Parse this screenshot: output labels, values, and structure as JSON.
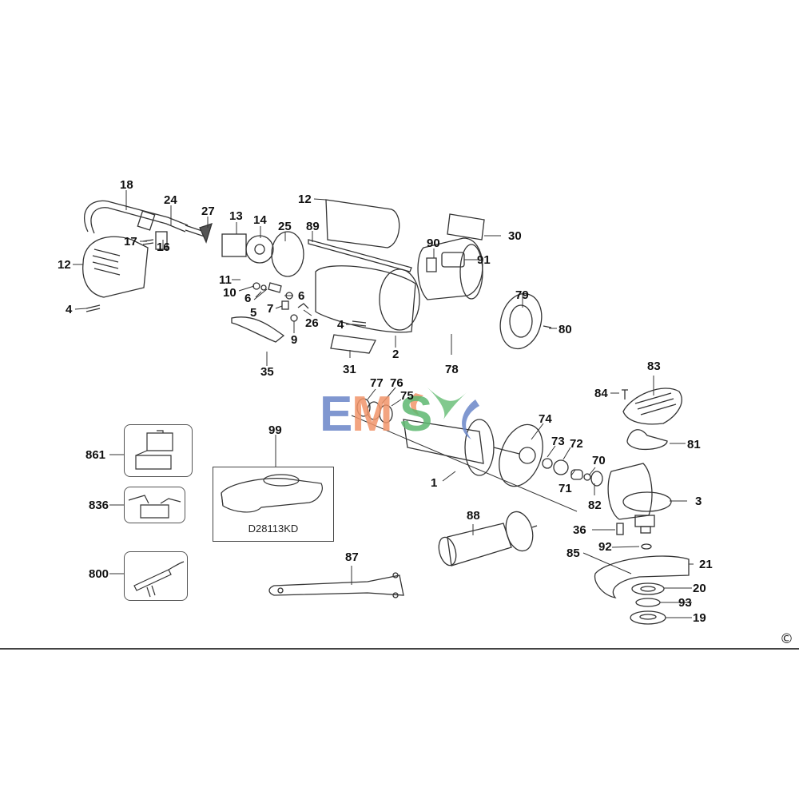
{
  "diagram": {
    "type": "exploded-parts-diagram",
    "subject": "angle grinder",
    "kit_code": "D28113KD",
    "copyright_symbol": "©",
    "watermark": {
      "letters": [
        "E",
        "M",
        "S"
      ],
      "colors": {
        "E": "#6a86c8",
        "M": "#f2956a",
        "S": "#5db870",
        "swoosh_green": "#6cc07a",
        "swoosh_blue": "#6a86c8",
        "swoosh_orange": "#f2956a"
      }
    },
    "line_color": "#333333",
    "background": "#ffffff"
  },
  "parts": [
    {
      "id": "18",
      "label": "18"
    },
    {
      "id": "24",
      "label": "24"
    },
    {
      "id": "27",
      "label": "27"
    },
    {
      "id": "13",
      "label": "13"
    },
    {
      "id": "14",
      "label": "14"
    },
    {
      "id": "25",
      "label": "25"
    },
    {
      "id": "12a",
      "label": "12"
    },
    {
      "id": "12b",
      "label": "12"
    },
    {
      "id": "89",
      "label": "89"
    },
    {
      "id": "30",
      "label": "30"
    },
    {
      "id": "90",
      "label": "90"
    },
    {
      "id": "91",
      "label": "91"
    },
    {
      "id": "17",
      "label": "17"
    },
    {
      "id": "16",
      "label": "16"
    },
    {
      "id": "11",
      "label": "11"
    },
    {
      "id": "10",
      "label": "10"
    },
    {
      "id": "6a",
      "label": "6"
    },
    {
      "id": "6b",
      "label": "6"
    },
    {
      "id": "5",
      "label": "5"
    },
    {
      "id": "7",
      "label": "7"
    },
    {
      "id": "26",
      "label": "26"
    },
    {
      "id": "9",
      "label": "9"
    },
    {
      "id": "4a",
      "label": "4"
    },
    {
      "id": "4b",
      "label": "4"
    },
    {
      "id": "2",
      "label": "2"
    },
    {
      "id": "31",
      "label": "31"
    },
    {
      "id": "35",
      "label": "35"
    },
    {
      "id": "78",
      "label": "78"
    },
    {
      "id": "79",
      "label": "79"
    },
    {
      "id": "80",
      "label": "80"
    },
    {
      "id": "77",
      "label": "77"
    },
    {
      "id": "76",
      "label": "76"
    },
    {
      "id": "75",
      "label": "75"
    },
    {
      "id": "74",
      "label": "74"
    },
    {
      "id": "73",
      "label": "73"
    },
    {
      "id": "72",
      "label": "72"
    },
    {
      "id": "71",
      "label": "71"
    },
    {
      "id": "70",
      "label": "70"
    },
    {
      "id": "82",
      "label": "82"
    },
    {
      "id": "1",
      "label": "1"
    },
    {
      "id": "83",
      "label": "83"
    },
    {
      "id": "84",
      "label": "84"
    },
    {
      "id": "81",
      "label": "81"
    },
    {
      "id": "3",
      "label": "3"
    },
    {
      "id": "36",
      "label": "36"
    },
    {
      "id": "92",
      "label": "92"
    },
    {
      "id": "85",
      "label": "85"
    },
    {
      "id": "21",
      "label": "21"
    },
    {
      "id": "20",
      "label": "20"
    },
    {
      "id": "93",
      "label": "93"
    },
    {
      "id": "19",
      "label": "19"
    },
    {
      "id": "88",
      "label": "88"
    },
    {
      "id": "87",
      "label": "87"
    },
    {
      "id": "99",
      "label": "99"
    },
    {
      "id": "861",
      "label": "861"
    },
    {
      "id": "836",
      "label": "836"
    },
    {
      "id": "800",
      "label": "800"
    }
  ]
}
